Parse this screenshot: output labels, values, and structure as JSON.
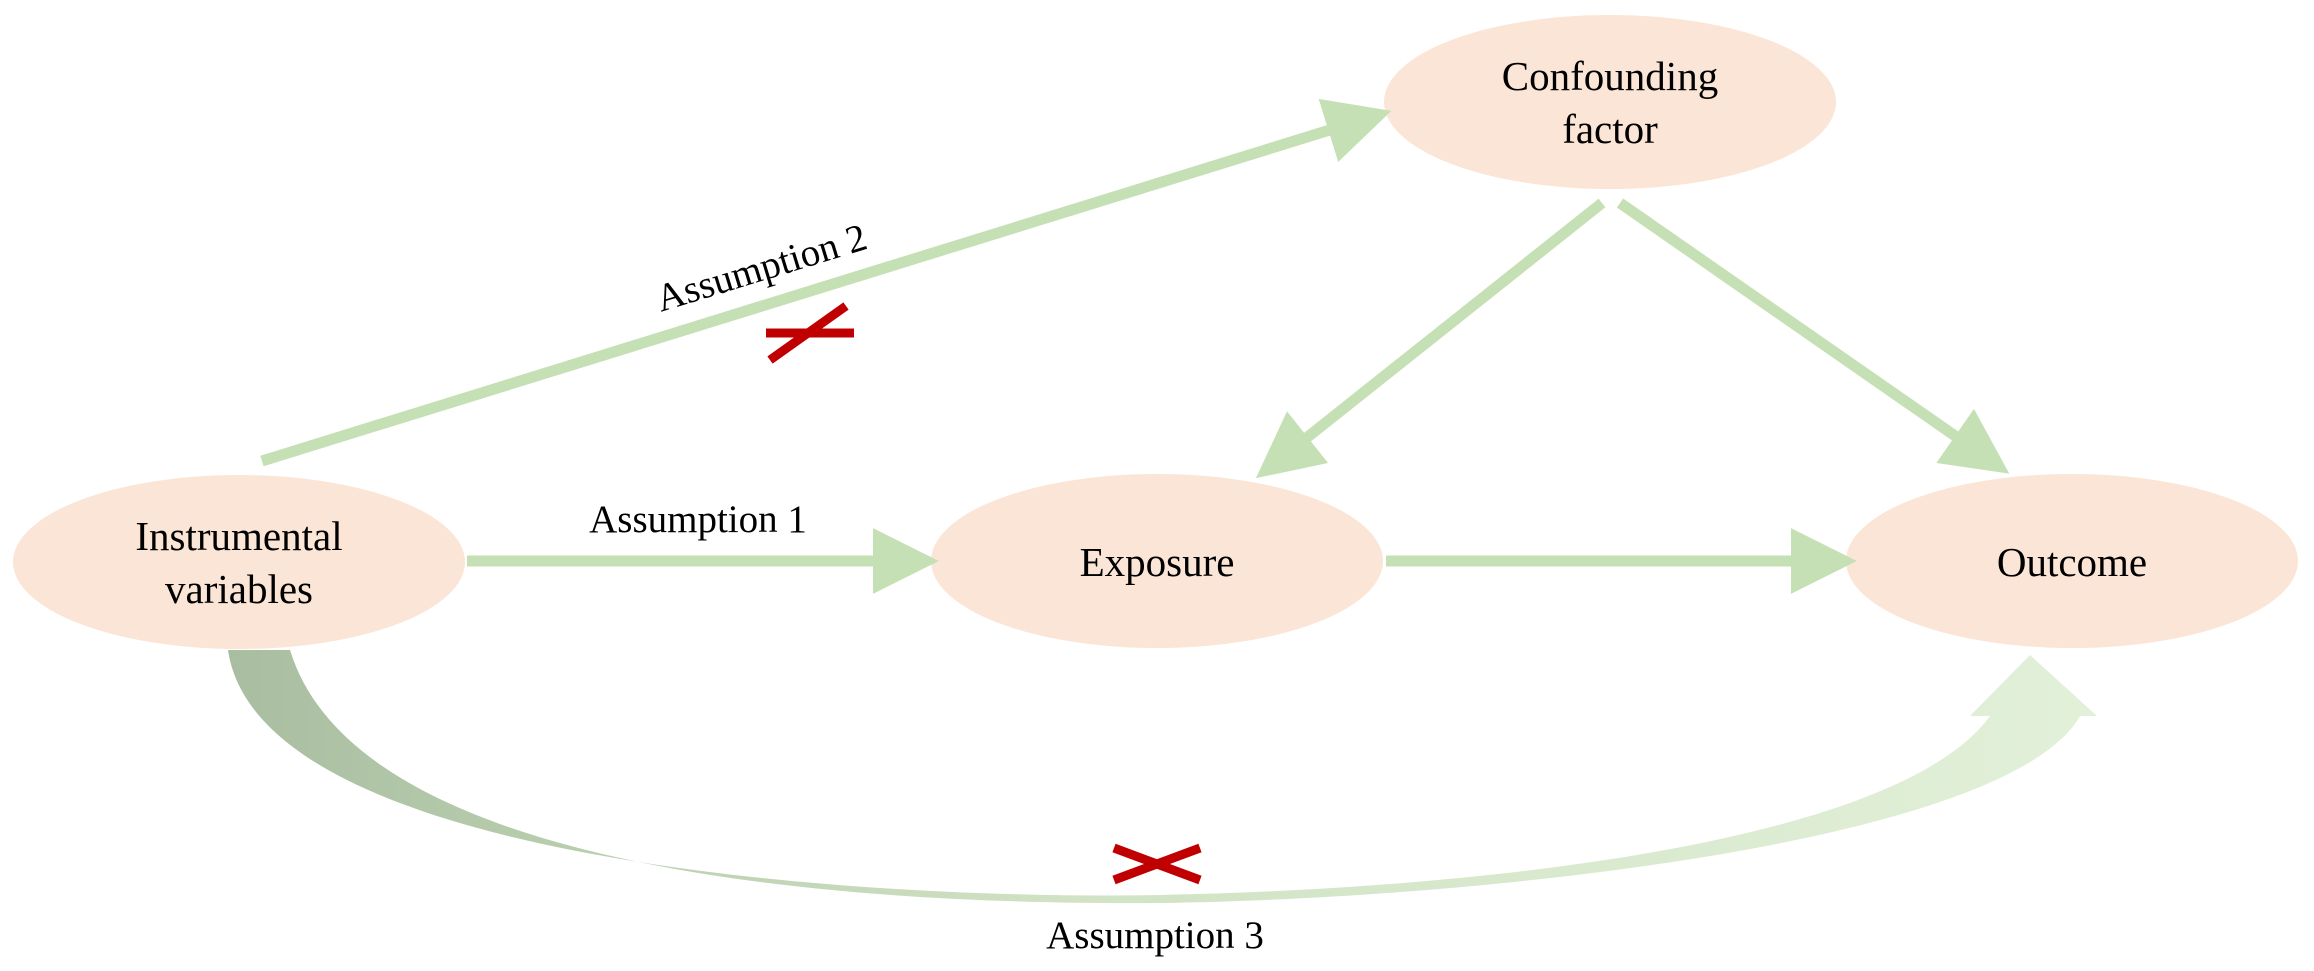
{
  "nodes": {
    "confounder": {
      "lines": [
        "Confounding",
        "factor"
      ]
    },
    "instrument": {
      "lines": [
        "Instrumental",
        "variables"
      ]
    },
    "exposure": {
      "lines": [
        "Exposure"
      ]
    },
    "outcome": {
      "lines": [
        "Outcome"
      ]
    }
  },
  "edges": {
    "assumption1": {
      "label": "Assumption 1"
    },
    "assumption2": {
      "label": "Assumption 2",
      "violated": true
    },
    "assumption3": {
      "label": "Assumption 3",
      "violated": true
    }
  },
  "colors": {
    "node_fill": "#fbe5d6",
    "arrow": "#c5e0b4",
    "curve_dark": "#a9bea0",
    "curve_light": "#e2f0d9",
    "cross": "#c00000"
  }
}
